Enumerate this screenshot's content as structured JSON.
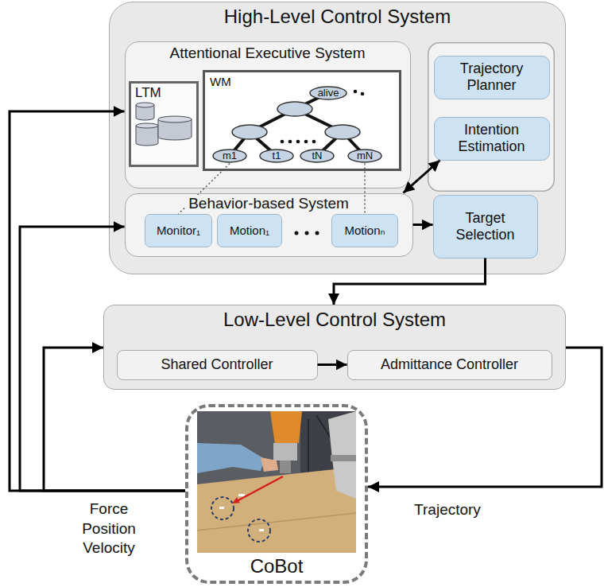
{
  "diagram": {
    "nodes": [
      {
        "text": [
          "High-Level Control System"
        ]
      },
      {
        "text": [
          "Attentional Executive System"
        ],
        "in": 0
      },
      {
        "text": [
          "LTM"
        ],
        "in": 1
      },
      {
        "text": [
          "WM"
        ],
        "in": 1
      },
      {
        "text": [
          "alive"
        ],
        "in": 3
      },
      {
        "text": [
          "m1"
        ],
        "in": 3
      },
      {
        "text": [
          "t1"
        ],
        "in": 3
      },
      {
        "text": [
          "tN"
        ],
        "in": 3
      },
      {
        "text": [
          "mN"
        ],
        "in": 3
      },
      {
        "text": [
          "Trajectory Planner"
        ],
        "in": 0
      },
      {
        "text": [
          "Intention Estimation"
        ],
        "in": 0
      },
      {
        "text": [
          "Behavior-based System"
        ],
        "in": 0
      },
      {
        "text": [
          "Monitor₁"
        ],
        "in": 11
      },
      {
        "text": [
          "Motion₁"
        ],
        "in": 11
      },
      {
        "text": [
          "Motionₙ"
        ],
        "in": 11
      },
      {
        "text": [
          "Target Selection"
        ],
        "in": 0
      },
      {
        "text": [
          "Low-Level Control System"
        ]
      },
      {
        "text": [
          "Shared Controller"
        ],
        "in": 16
      },
      {
        "text": [
          "Admittance Controller"
        ],
        "in": 16
      },
      {
        "text": [
          "CoBot"
        ]
      }
    ],
    "edges": [
      {
        "from": 5,
        "to": 12,
        "arrow": "none"
      },
      {
        "from": 8,
        "to": 14,
        "arrow": "none"
      },
      {
        "from": 11,
        "to": 10,
        "arrow": "both"
      },
      {
        "from": 11,
        "to": 15,
        "arrow": "to"
      },
      {
        "from": 15,
        "to": 16,
        "arrow": "to"
      },
      {
        "from": 17,
        "to": 18,
        "arrow": "to"
      },
      {
        "from": 16,
        "to": 19,
        "label": "Trajectory",
        "arrow": "to"
      },
      {
        "from": 19,
        "to": 1,
        "arrow": "to"
      },
      {
        "from": 19,
        "to": 11,
        "arrow": "to"
      },
      {
        "from": 19,
        "to": 16,
        "arrow": "to"
      }
    ],
    "labels": [
      "Force Position Velocity"
    ]
  }
}
